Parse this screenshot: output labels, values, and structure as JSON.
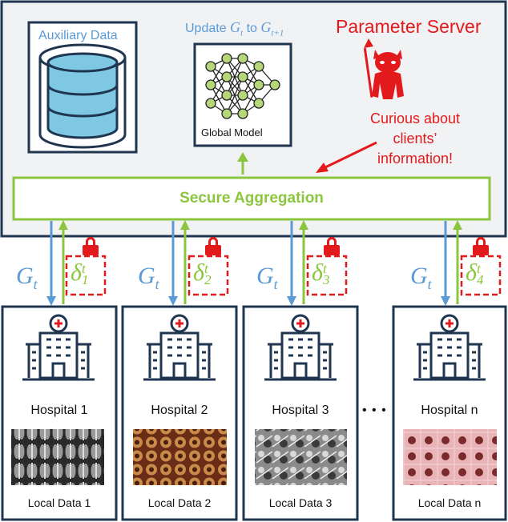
{
  "server": {
    "title": "Parameter Server",
    "auxiliary_label": "Auxiliary Data",
    "update_label_prefix": "Update",
    "update_from": "G",
    "update_from_sub": "t",
    "update_to_word": "to",
    "update_to": "G",
    "update_to_sub": "t+1",
    "global_model_label": "Global Model",
    "curious_text": [
      "Curious about",
      "clients’",
      "information!"
    ],
    "aggregation_label": "Secure Aggregation"
  },
  "clients": [
    {
      "name": "Hospital 1",
      "local_data": "Local Data 1",
      "down": "G",
      "down_sub": "t",
      "up": "δ",
      "up_sub": "1",
      "up_sup": "t"
    },
    {
      "name": "Hospital 2",
      "local_data": "Local Data 2",
      "down": "G",
      "down_sub": "t",
      "up": "δ",
      "up_sub": "2",
      "up_sup": "t"
    },
    {
      "name": "Hospital 3",
      "local_data": "Local Data 3",
      "down": "G",
      "down_sub": "t",
      "up": "δ",
      "up_sub": "3",
      "up_sup": "t"
    },
    {
      "name": "Hospital n",
      "local_data": "Local Data n",
      "down": "G",
      "down_sub": "t",
      "up": "δ",
      "up_sub": "4",
      "up_sup": "t"
    }
  ],
  "ellipsis": "• • •",
  "colors": {
    "server_fill": "#f1f2f4",
    "frame": "#1f3550",
    "aggregation": "#8cc63f",
    "download_arrow": "#5b9bd5",
    "attacker": "#e31a1c",
    "database": "#7ec8e3"
  }
}
